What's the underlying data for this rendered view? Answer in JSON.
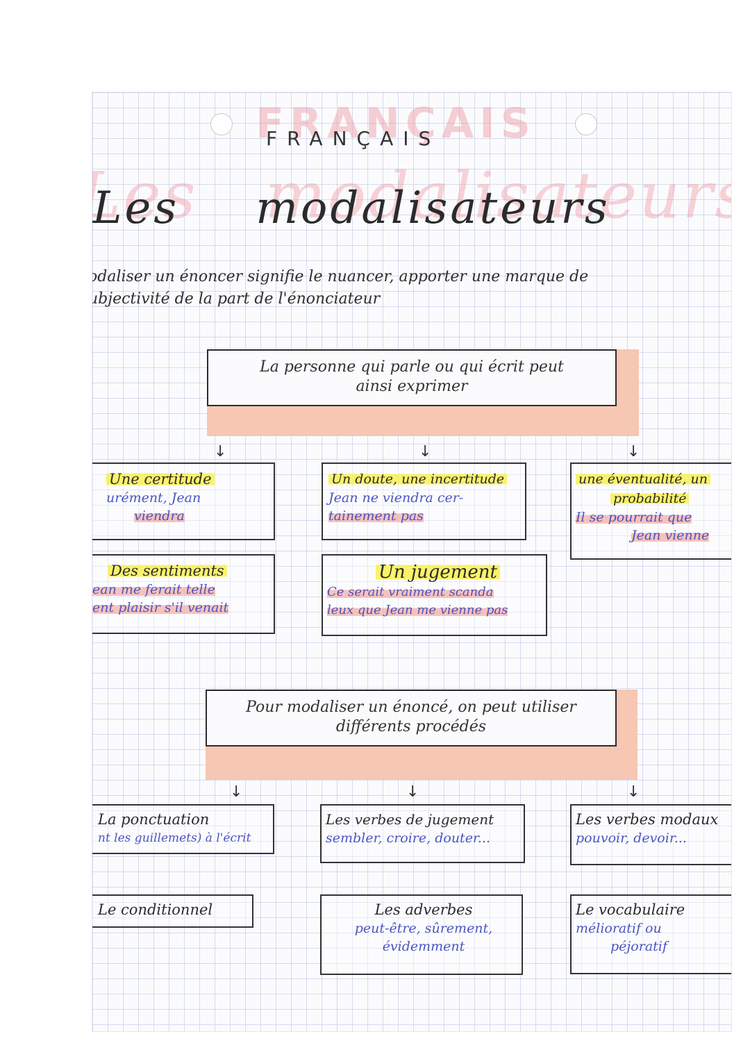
{
  "page": {
    "subject": "FRANÇAIS",
    "title_word1": "Les",
    "title_word2": "modalisateurs",
    "intro_line1": "odaliser un énoncer signifie le nuancer, apporter une marque de",
    "intro_line2": "ubjectivité de la part de l'énonciateur"
  },
  "section1": {
    "header_line1": "La personne qui parle ou qui écrit peut",
    "header_line2": "ainsi exprimer",
    "boxes": [
      {
        "head": "Une certitude",
        "ex1": "urément, Jean",
        "ex2": "viendra"
      },
      {
        "head": "Un doute, une incertitude",
        "ex1": "Jean ne viendra cer-",
        "ex2": "tainement pas"
      },
      {
        "head1": "une éventualité, un",
        "head2": "probabilité",
        "ex1": "Il se pourrait que",
        "ex2": "Jean vienne"
      },
      {
        "head": "Des sentiments",
        "ex1": "ean me ferait telle",
        "ex2": "ent plaisir s'il venait"
      },
      {
        "head": "Un jugement",
        "ex1": "Ce serait vraiment scanda",
        "ex2": "leux que Jean me vienne pas"
      }
    ]
  },
  "section2": {
    "header_line1": "Pour modaliser un énoncé, on peut utiliser",
    "header_line2": "différents procédés",
    "boxes": [
      {
        "head": "La ponctuation",
        "ex1": "nt les guillemets) à l'écrit"
      },
      {
        "head": "Les verbes de jugement",
        "ex1": "sembler, croire, douter..."
      },
      {
        "head": "Les verbes modaux",
        "ex1": "pouvoir, devoir..."
      },
      {
        "head": "Le conditionnel"
      },
      {
        "head": "Les adverbes",
        "ex1": "peut-être, sûrement,",
        "ex2": "évidemment"
      },
      {
        "head": "Le vocabulaire",
        "head2": "mélioratif ou",
        "head3": "péjoratif"
      }
    ]
  },
  "arrow_glyph": "↓"
}
